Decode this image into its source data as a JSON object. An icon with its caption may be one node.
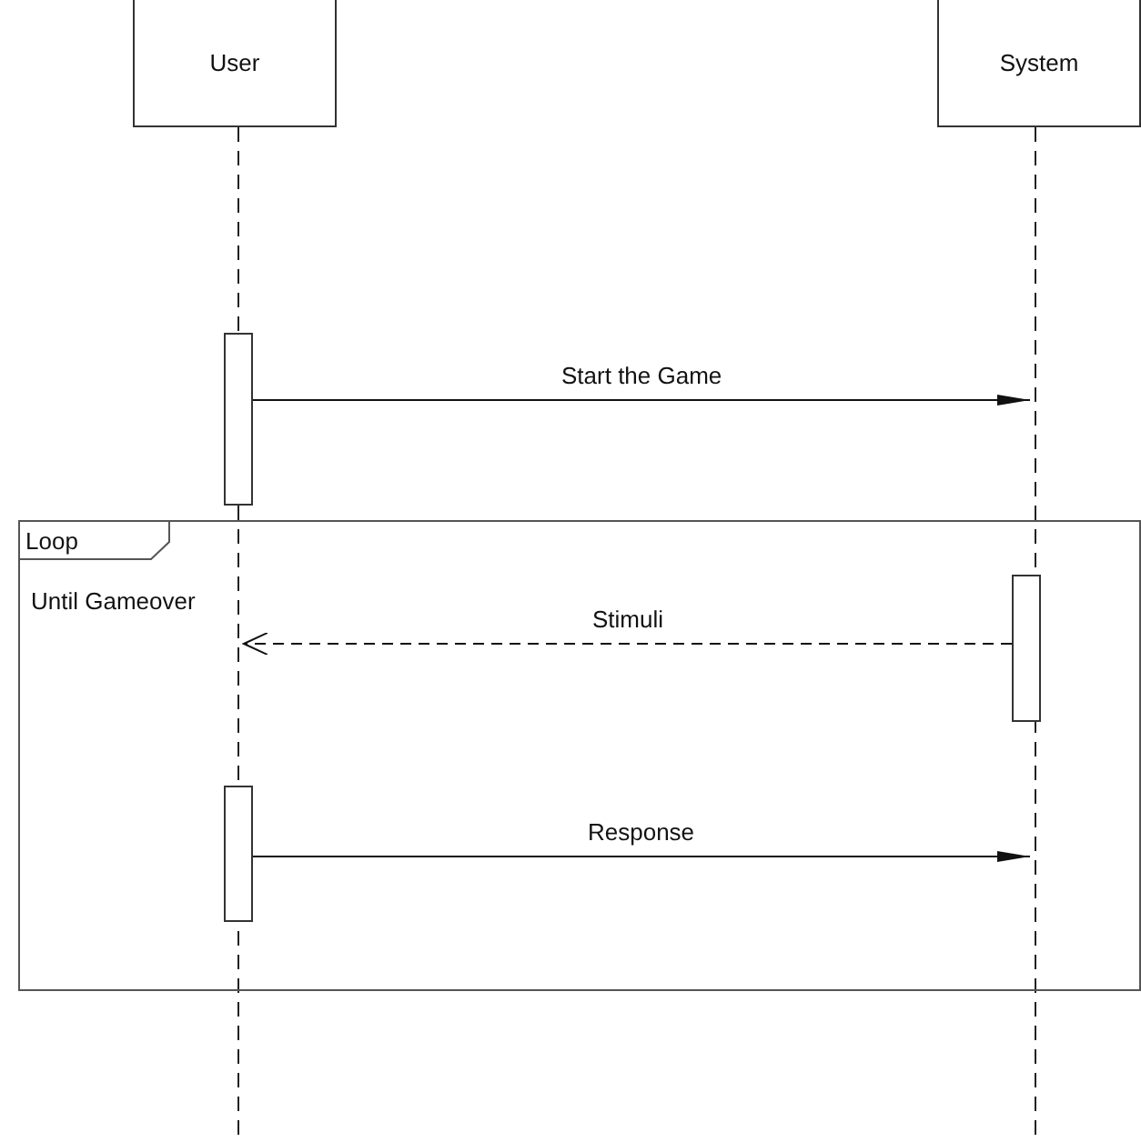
{
  "diagram": {
    "nodes": [
      {
        "text": [
          "User"
        ]
      },
      {
        "text": [
          "System"
        ]
      },
      {
        "text": [],
        "shape": "line"
      },
      {
        "text": [],
        "shape": "line"
      },
      {
        "text": [],
        "shape": "bar"
      },
      {
        "text": [
          "Loop",
          "Until Gameover"
        ]
      },
      {
        "text": [],
        "shape": "bar",
        "in": 5
      },
      {
        "text": [],
        "shape": "bar",
        "in": 5
      }
    ],
    "edges": [
      {
        "from": 4,
        "to": 3,
        "arrow": "to",
        "label": "Start the Game"
      },
      {
        "from": 6,
        "to": 2,
        "arrow": "to",
        "label": "Stimuli",
        "style": "dashed"
      },
      {
        "from": 7,
        "to": 3,
        "arrow": "to",
        "label": "Response"
      }
    ]
  }
}
